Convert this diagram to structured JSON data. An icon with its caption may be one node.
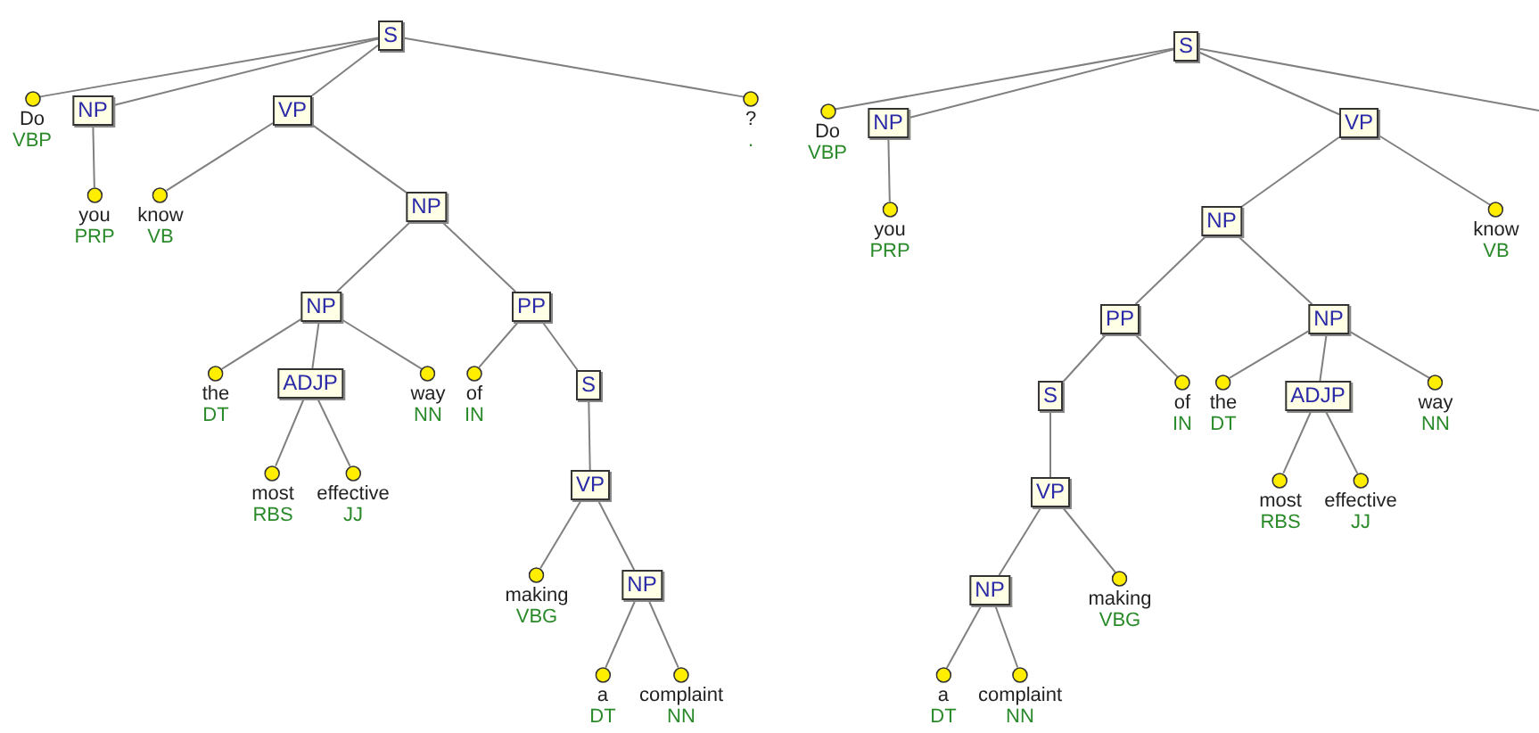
{
  "diagram": {
    "nodes": [
      {
        "text": [
          "S"
        ]
      },
      {
        "text": [
          "Do",
          "VBP"
        ]
      },
      {
        "text": [
          "NP"
        ]
      },
      {
        "text": [
          "you",
          "PRP"
        ]
      },
      {
        "text": [
          "VP"
        ]
      },
      {
        "text": [
          "know",
          "VB"
        ]
      },
      {
        "text": [
          "NP"
        ]
      },
      {
        "text": [
          "?",
          "."
        ]
      },
      {
        "text": [
          "NP"
        ]
      },
      {
        "text": [
          "PP"
        ]
      },
      {
        "text": [
          "the",
          "DT"
        ]
      },
      {
        "text": [
          "ADJP"
        ]
      },
      {
        "text": [
          "way",
          "NN"
        ]
      },
      {
        "text": [
          "of",
          "IN"
        ]
      },
      {
        "text": [
          "S"
        ]
      },
      {
        "text": [
          "most",
          "RBS"
        ]
      },
      {
        "text": [
          "effective",
          "JJ"
        ]
      },
      {
        "text": [
          "VP"
        ]
      },
      {
        "text": [
          "making",
          "VBG"
        ]
      },
      {
        "text": [
          "NP"
        ]
      },
      {
        "text": [
          "a",
          "DT"
        ]
      },
      {
        "text": [
          "complaint",
          "NN"
        ]
      },
      {
        "text": [
          "S"
        ]
      },
      {
        "text": [
          "Do",
          "VBP"
        ]
      },
      {
        "text": [
          "NP"
        ]
      },
      {
        "text": [
          "you",
          "PRP"
        ]
      },
      {
        "text": [
          "VP"
        ]
      },
      {
        "text": [
          "NP"
        ]
      },
      {
        "text": [
          "know",
          "VB"
        ]
      },
      {
        "text": [
          "PP"
        ]
      },
      {
        "text": [
          "NP"
        ]
      },
      {
        "text": [
          "S"
        ]
      },
      {
        "text": [
          "of",
          "IN"
        ]
      },
      {
        "text": [
          "the",
          "DT"
        ]
      },
      {
        "text": [
          "ADJP"
        ]
      },
      {
        "text": [
          "way",
          "NN"
        ]
      },
      {
        "text": [
          "VP"
        ]
      },
      {
        "text": [
          "most",
          "RBS"
        ]
      },
      {
        "text": [
          "effective",
          "JJ"
        ]
      },
      {
        "text": [
          "making",
          "VBG"
        ]
      },
      {
        "text": [
          "NP"
        ]
      },
      {
        "text": [
          "a",
          "DT"
        ]
      },
      {
        "text": [
          "complaint",
          "NN"
        ]
      }
    ],
    "edges": [
      {
        "from": 0,
        "to": 1,
        "arrow": "none"
      },
      {
        "from": 0,
        "to": 2,
        "arrow": "none"
      },
      {
        "from": 0,
        "to": 4,
        "arrow": "none"
      },
      {
        "from": 0,
        "to": 7,
        "arrow": "none"
      },
      {
        "from": 2,
        "to": 3,
        "arrow": "none"
      },
      {
        "from": 4,
        "to": 5,
        "arrow": "none"
      },
      {
        "from": 4,
        "to": 6,
        "arrow": "none"
      },
      {
        "from": 6,
        "to": 8,
        "arrow": "none"
      },
      {
        "from": 6,
        "to": 9,
        "arrow": "none"
      },
      {
        "from": 8,
        "to": 10,
        "arrow": "none"
      },
      {
        "from": 8,
        "to": 11,
        "arrow": "none"
      },
      {
        "from": 8,
        "to": 12,
        "arrow": "none"
      },
      {
        "from": 11,
        "to": 15,
        "arrow": "none"
      },
      {
        "from": 11,
        "to": 16,
        "arrow": "none"
      },
      {
        "from": 9,
        "to": 13,
        "arrow": "none"
      },
      {
        "from": 9,
        "to": 14,
        "arrow": "none"
      },
      {
        "from": 14,
        "to": 17,
        "arrow": "none"
      },
      {
        "from": 17,
        "to": 18,
        "arrow": "none"
      },
      {
        "from": 17,
        "to": 19,
        "arrow": "none"
      },
      {
        "from": 19,
        "to": 20,
        "arrow": "none"
      },
      {
        "from": 19,
        "to": 21,
        "arrow": "none"
      },
      {
        "from": 22,
        "to": 23,
        "arrow": "none"
      },
      {
        "from": 22,
        "to": 24,
        "arrow": "none"
      },
      {
        "from": 22,
        "to": 26,
        "arrow": "none"
      },
      {
        "from": 22,
        "to": null,
        "arrow": "none"
      },
      {
        "from": 24,
        "to": 25,
        "arrow": "none"
      },
      {
        "from": 26,
        "to": 27,
        "arrow": "none"
      },
      {
        "from": 26,
        "to": 28,
        "arrow": "none"
      },
      {
        "from": 27,
        "to": 29,
        "arrow": "none"
      },
      {
        "from": 27,
        "to": 30,
        "arrow": "none"
      },
      {
        "from": 29,
        "to": 31,
        "arrow": "none"
      },
      {
        "from": 29,
        "to": 32,
        "arrow": "none"
      },
      {
        "from": 30,
        "to": 33,
        "arrow": "none"
      },
      {
        "from": 30,
        "to": 34,
        "arrow": "none"
      },
      {
        "from": 30,
        "to": 35,
        "arrow": "none"
      },
      {
        "from": 34,
        "to": 37,
        "arrow": "none"
      },
      {
        "from": 34,
        "to": 38,
        "arrow": "none"
      },
      {
        "from": 31,
        "to": 36,
        "arrow": "none"
      },
      {
        "from": 36,
        "to": 40,
        "arrow": "none"
      },
      {
        "from": 36,
        "to": 39,
        "arrow": "none"
      },
      {
        "from": 40,
        "to": 41,
        "arrow": "none"
      },
      {
        "from": 40,
        "to": 42,
        "arrow": "none"
      }
    ]
  }
}
